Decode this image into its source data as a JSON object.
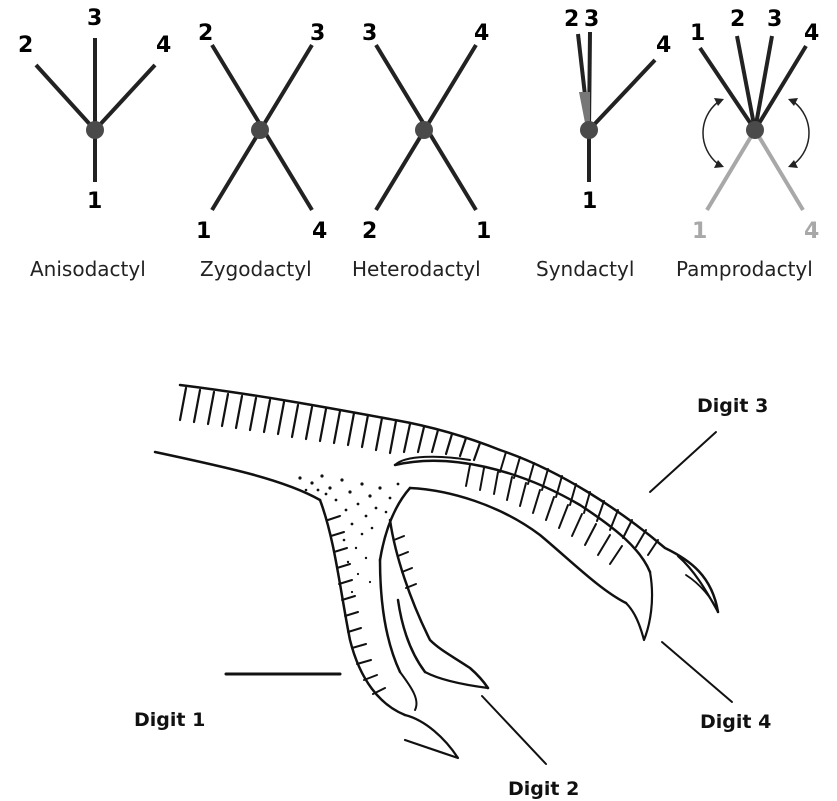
{
  "foot_types": [
    {
      "caption": "Anisodactyl",
      "digits": {
        "a": "2",
        "b": "3",
        "c": "4",
        "d": "1"
      }
    },
    {
      "caption": "Zygodactyl",
      "digits": {
        "a": "2",
        "b": "3",
        "c": "1",
        "d": "4"
      }
    },
    {
      "caption": "Heterodactyl",
      "digits": {
        "a": "3",
        "b": "4",
        "c": "2",
        "d": "1"
      }
    },
    {
      "caption": "Syndactyl",
      "digits": {
        "a": "2",
        "b": "3",
        "c": "4",
        "d": "1"
      }
    },
    {
      "caption": "Pamprodactyl",
      "digits": {
        "a": "1",
        "b": "2",
        "c": "3",
        "d": "4",
        "e": "1",
        "f": "4"
      }
    }
  ],
  "foot_labels": {
    "digit1": "Digit 1",
    "digit2": "Digit 2",
    "digit3": "Digit 3",
    "digit4": "Digit 4"
  },
  "colors": {
    "ink": "#222222",
    "node": "#4a4a4a",
    "faded": "#a8a8a8"
  }
}
